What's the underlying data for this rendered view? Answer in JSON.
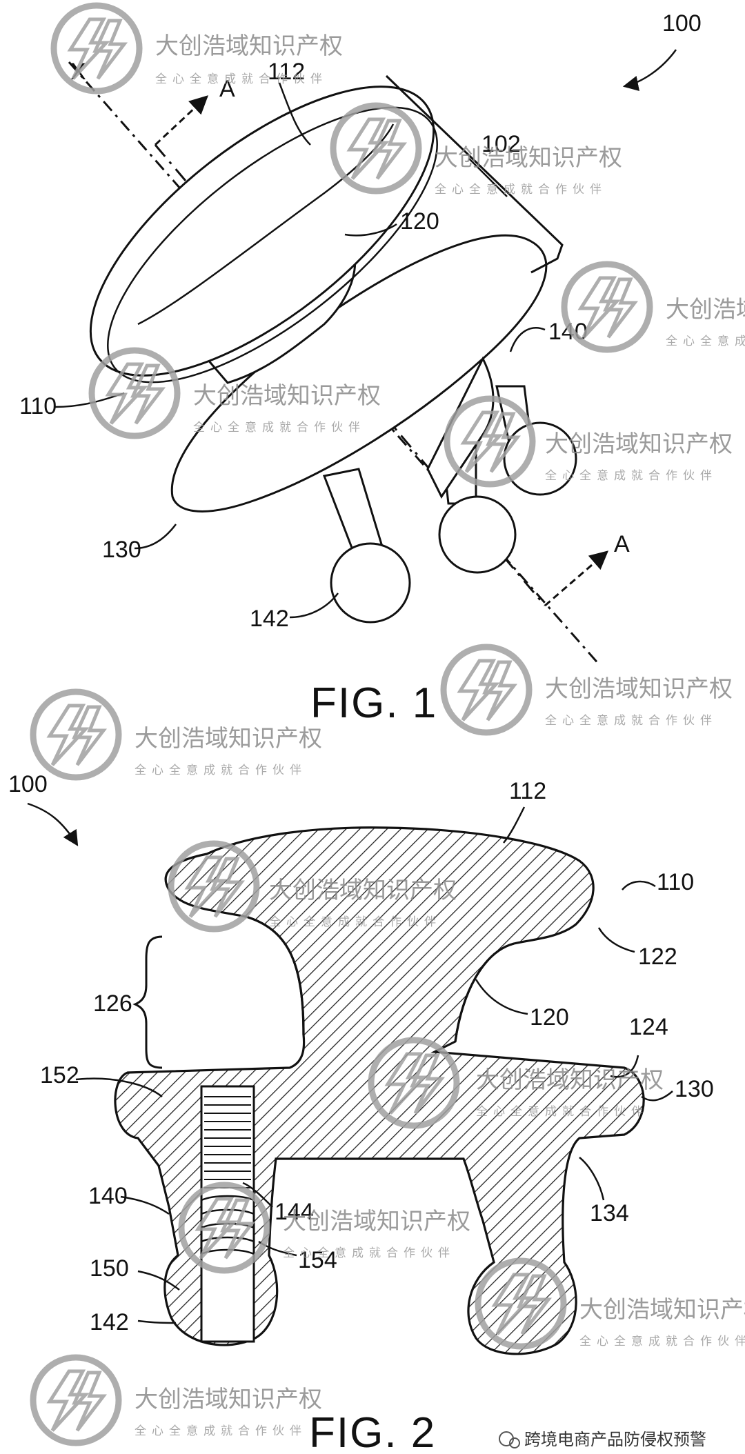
{
  "figures": [
    {
      "caption": "FIG. 1"
    },
    {
      "caption": "FIG. 2"
    }
  ],
  "fig1_labels": {
    "device": "100",
    "axis": "X",
    "section_top": "A",
    "section_bottom": "A",
    "l112": "112",
    "l102": "102",
    "l120": "120",
    "l140": "140",
    "l110": "110",
    "l130": "130",
    "l142": "142"
  },
  "fig2_labels": {
    "device": "100",
    "l112": "112",
    "l110": "110",
    "l122": "122",
    "l126": "126",
    "l120": "120",
    "l124": "124",
    "l152": "152",
    "l130": "130",
    "l134": "134",
    "l140": "140",
    "l144": "144",
    "l154": "154",
    "l150": "150",
    "l142": "142"
  },
  "watermark": {
    "title": "大创浩域知识产权",
    "slogan": "全心全意成就合作伙伴",
    "wechat_badge": "跨境电商产品防侵权预警"
  }
}
